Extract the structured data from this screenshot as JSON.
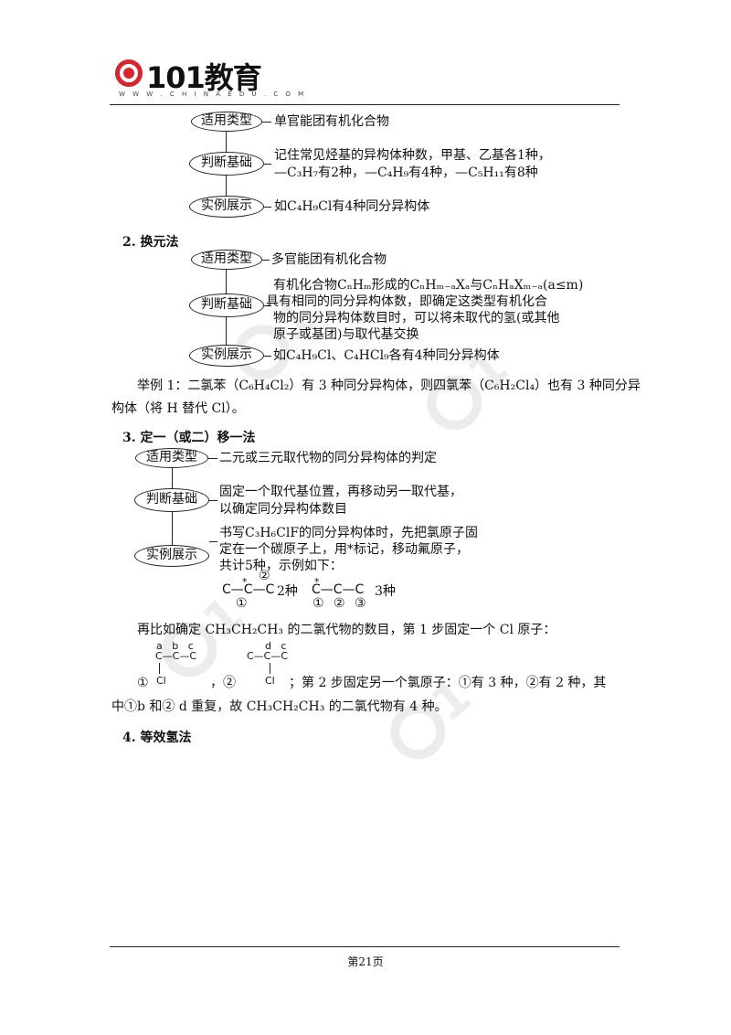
{
  "header": {
    "logo_text": "101教育",
    "logo_sub": "W W W . C H I N A E D U . C O M"
  },
  "section1": {
    "rows": [
      {
        "label": "适用类型",
        "text": [
          "单官能团有机化合物"
        ]
      },
      {
        "label": "判断基础",
        "text": [
          "记住常见烃基的异构体种数，甲基、乙基各1种，",
          "—C₃H₇有2种，—C₄H₉有4种，—C₅H₁₁有8种"
        ]
      },
      {
        "label": "实例展示",
        "text": [
          "如C₄H₉Cl有4种同分异构体"
        ]
      }
    ]
  },
  "section2": {
    "heading": "2. 换元法",
    "rows": [
      {
        "label": "适用类型",
        "text": [
          "多官能团有机化合物"
        ]
      },
      {
        "label": "判断基础",
        "text": [
          "有机化合物CₙHₘ形成的CₙHₘ₋ₐXₐ与CₙHₐXₘ₋ₐ(a≤m)",
          "具有相同的同分异构体数，即确定这类型有机化合",
          "物的同分异构体数目时，可以将未取代的氢(或其他",
          "原子或基团)与取代基交换"
        ]
      },
      {
        "label": "实例展示",
        "text": [
          "如C₄H₉Cl、C₄HCl₉各有4种同分异构体"
        ]
      }
    ],
    "example_lines": [
      "举例 1：二氯苯（C₆H₄Cl₂）有 3 种同分异构体，则四氯苯（C₆H₂Cl₄）也有 3 种同分异",
      "构体（将 H 替代 Cl）。"
    ]
  },
  "section3": {
    "heading": "3. 定一（或二）移一法",
    "rows": [
      {
        "label": "适用类型",
        "text": [
          "二元或三元取代物的同分异构体的判定"
        ]
      },
      {
        "label": "判断基础",
        "text": [
          "固定一个取代基位置，再移动另一取代基，",
          "以确定同分异构体数目"
        ]
      },
      {
        "label": "实例展示",
        "text": [
          "书写C₃H₆ClF的同分异构体时，先把氯原子固",
          "定在一个碳原子上，用*标记，移动氟原子，",
          "共计5种，示例如下："
        ]
      }
    ],
    "diagram": {
      "left_chain": "C—C—C",
      "left_star": "*",
      "left_top": "②",
      "left_bottom": "①",
      "left_count": "2种",
      "right_chain": "C—C—C",
      "right_star": "*",
      "right_bottom": [
        "①",
        "②",
        "③"
      ],
      "right_count": "3种"
    },
    "para1": "再比如确定 CH₃CH₂CH₃ 的二氯代物的数目，第 1 步固定一个 Cl 原子：",
    "mol1": {
      "labels": "a   b   c",
      "chain": "C—C—C",
      "sub": "Cl",
      "num": "①"
    },
    "mol2": {
      "labels": "d   c",
      "chain": "C—C—C",
      "sub": "Cl",
      "num": "，②"
    },
    "para2_tail": "；第 2 步固定另一个氯原子：①有 3 种，②有 2 种，其",
    "para3": "中①b 和② d 重复，故 CH₃CH₂CH₃ 的二氯代物有 4 种。"
  },
  "section4": {
    "heading": "4. 等效氢法"
  },
  "footer": {
    "page": "第21页"
  }
}
